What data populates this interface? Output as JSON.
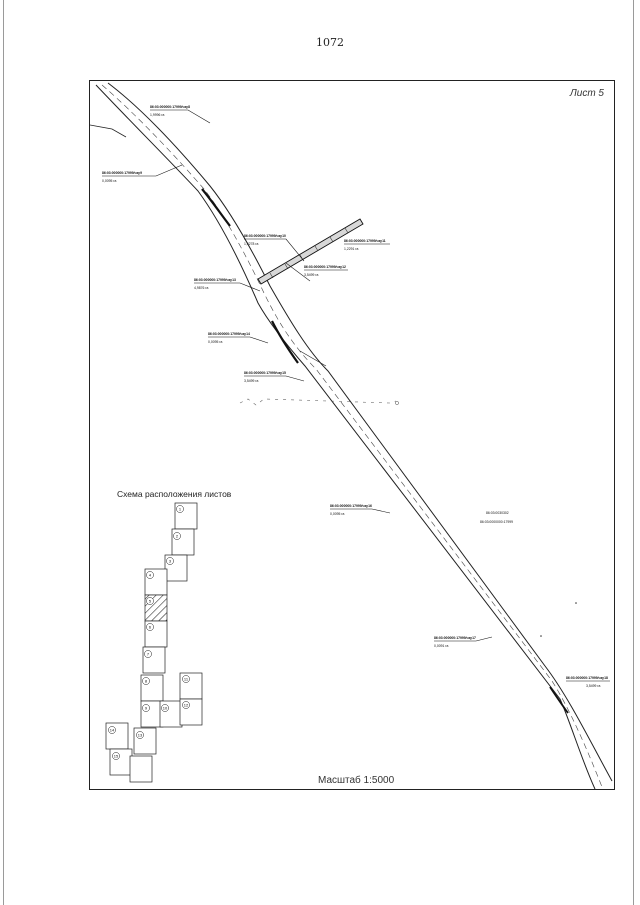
{
  "page": {
    "number": "1072"
  },
  "map": {
    "sheet_label": "Лист 5",
    "scale_label": "Масштаб 1:5000",
    "callouts": [
      {
        "code": "86:03:000000:17999/чзу8",
        "area": "1,9996 га"
      },
      {
        "code": "86:03:000000:17999/чзу9",
        "area": "0,0095 га"
      },
      {
        "code": "86:03:000000:17999/чзу10",
        "area": "1,0278 га"
      },
      {
        "code": "86:03:000000:17999/чзу11",
        "area": "1,2291 га"
      },
      {
        "code": "86:03:000000:17999/чзу12",
        "area": "3,5499 га"
      },
      {
        "code": "86:03:000000:17999/чзу13",
        "area": "4,9876 га"
      },
      {
        "code": "86:03:000000:17999/чзу14",
        "area": "0,0095 га"
      },
      {
        "code": "86:03:000000:17999/чзу15",
        "area": "3,5499 га"
      },
      {
        "code": "86:03:000000:17999/чзу16",
        "area": "0,0095 га"
      },
      {
        "code": "86:03:000000:17999/чзу17",
        "area": "0,0091 га"
      },
      {
        "code": "86:03:000000:17999/чзу18",
        "area": "3,5499 га"
      }
    ],
    "quarter_labels": [
      "86:03:0030302",
      "86:03:0000000:17999"
    ]
  },
  "scheme": {
    "title": "Схема расположения листов",
    "cells": [
      "1",
      "2",
      "3",
      "4",
      "5",
      "6",
      "7",
      "8",
      "9",
      "10",
      "11",
      "12",
      "13",
      "14",
      "15"
    ]
  }
}
